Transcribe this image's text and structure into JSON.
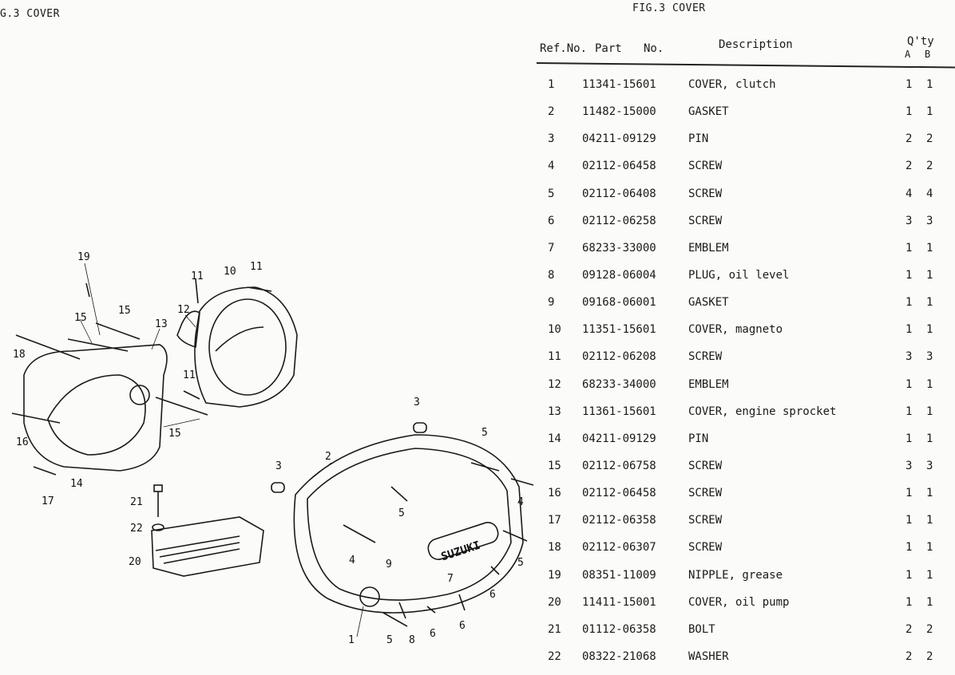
{
  "left_title": "G.3 COVER",
  "right_title": "FIG.3 COVER",
  "table": {
    "headers": {
      "ref": "Ref.No.",
      "part": "Part",
      "no": "No.",
      "desc": "Description",
      "qty": "Q'ty",
      "a": "A",
      "b": "B"
    },
    "rows": [
      {
        "ref": "1",
        "part": "11341-15601",
        "desc": "COVER, clutch",
        "a": "1",
        "b": "1"
      },
      {
        "ref": "2",
        "part": "11482-15000",
        "desc": "GASKET",
        "a": "1",
        "b": "1"
      },
      {
        "ref": "3",
        "part": "04211-09129",
        "desc": "PIN",
        "a": "2",
        "b": "2"
      },
      {
        "ref": "4",
        "part": "02112-06458",
        "desc": "SCREW",
        "a": "2",
        "b": "2"
      },
      {
        "ref": "5",
        "part": "02112-06408",
        "desc": "SCREW",
        "a": "4",
        "b": "4"
      },
      {
        "ref": "6",
        "part": "02112-06258",
        "desc": "SCREW",
        "a": "3",
        "b": "3"
      },
      {
        "ref": "7",
        "part": "68233-33000",
        "desc": "EMBLEM",
        "a": "1",
        "b": "1"
      },
      {
        "ref": "8",
        "part": "09128-06004",
        "desc": "PLUG, oil level",
        "a": "1",
        "b": "1"
      },
      {
        "ref": "9",
        "part": "09168-06001",
        "desc": "GASKET",
        "a": "1",
        "b": "1"
      },
      {
        "ref": "10",
        "part": "11351-15601",
        "desc": "COVER, magneto",
        "a": "1",
        "b": "1"
      },
      {
        "ref": "11",
        "part": "02112-06208",
        "desc": "SCREW",
        "a": "3",
        "b": "3"
      },
      {
        "ref": "12",
        "part": "68233-34000",
        "desc": "EMBLEM",
        "a": "1",
        "b": "1"
      },
      {
        "ref": "13",
        "part": "11361-15601",
        "desc": "COVER, engine sprocket",
        "a": "1",
        "b": "1"
      },
      {
        "ref": "14",
        "part": "04211-09129",
        "desc": "PIN",
        "a": "1",
        "b": "1"
      },
      {
        "ref": "15",
        "part": "02112-06758",
        "desc": "SCREW",
        "a": "3",
        "b": "3"
      },
      {
        "ref": "16",
        "part": "02112-06458",
        "desc": "SCREW",
        "a": "1",
        "b": "1"
      },
      {
        "ref": "17",
        "part": "02112-06358",
        "desc": "SCREW",
        "a": "1",
        "b": "1"
      },
      {
        "ref": "18",
        "part": "02112-06307",
        "desc": "SCREW",
        "a": "1",
        "b": "1"
      },
      {
        "ref": "19",
        "part": "08351-11009",
        "desc": "NIPPLE, grease",
        "a": "1",
        "b": "1"
      },
      {
        "ref": "20",
        "part": "11411-15001",
        "desc": "COVER, oil pump",
        "a": "1",
        "b": "1"
      },
      {
        "ref": "21",
        "part": "01112-06358",
        "desc": "BOLT",
        "a": "2",
        "b": "2"
      },
      {
        "ref": "22",
        "part": "08322-21068",
        "desc": "WASHER",
        "a": "2",
        "b": "2"
      }
    ]
  },
  "emblem_text": "SUZUKI",
  "callouts": {
    "c19": "19",
    "c15a": "15",
    "c15b": "15",
    "c13": "13",
    "c12": "12",
    "c10": "10",
    "c11a": "11",
    "c11b": "11",
    "c11c": "11",
    "c18": "18",
    "c16": "16",
    "c14": "14",
    "c17": "17",
    "c15c": "15",
    "c21": "21",
    "c22": "22",
    "c20": "20",
    "c3a": "3",
    "c3b": "3",
    "c2": "2",
    "c5a": "5",
    "c5b": "5",
    "c5c": "5",
    "c5d": "5",
    "c4a": "4",
    "c4b": "4",
    "c7": "7",
    "c9": "9",
    "c6a": "6",
    "c6b": "6",
    "c6c": "6",
    "c8": "8",
    "c1": "1"
  }
}
